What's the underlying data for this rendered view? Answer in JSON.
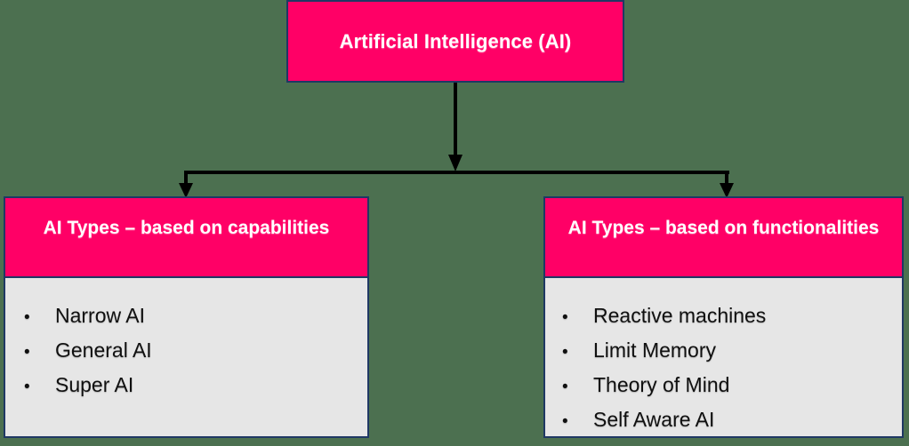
{
  "diagram": {
    "background_color": "#4c7050",
    "accent_color": "#ff0066",
    "border_color": "#1f3864",
    "panel_color": "#e6e6e6",
    "root": {
      "title": "Artificial Intelligence (AI)"
    },
    "branches": [
      {
        "id": "capabilities",
        "header": "AI Types – based on capabilities",
        "bullet_glyph": "•",
        "items": [
          {
            "label": "Narrow AI"
          },
          {
            "label": "General AI"
          },
          {
            "label": "Super AI"
          }
        ]
      },
      {
        "id": "functionalities",
        "header": "AI Types – based on functionalities",
        "bullet_glyph": "•",
        "items": [
          {
            "label": "Reactive machines"
          },
          {
            "label": "Limit Memory"
          },
          {
            "label": "Theory of Mind"
          },
          {
            "label": "Self Aware AI"
          }
        ]
      }
    ]
  }
}
